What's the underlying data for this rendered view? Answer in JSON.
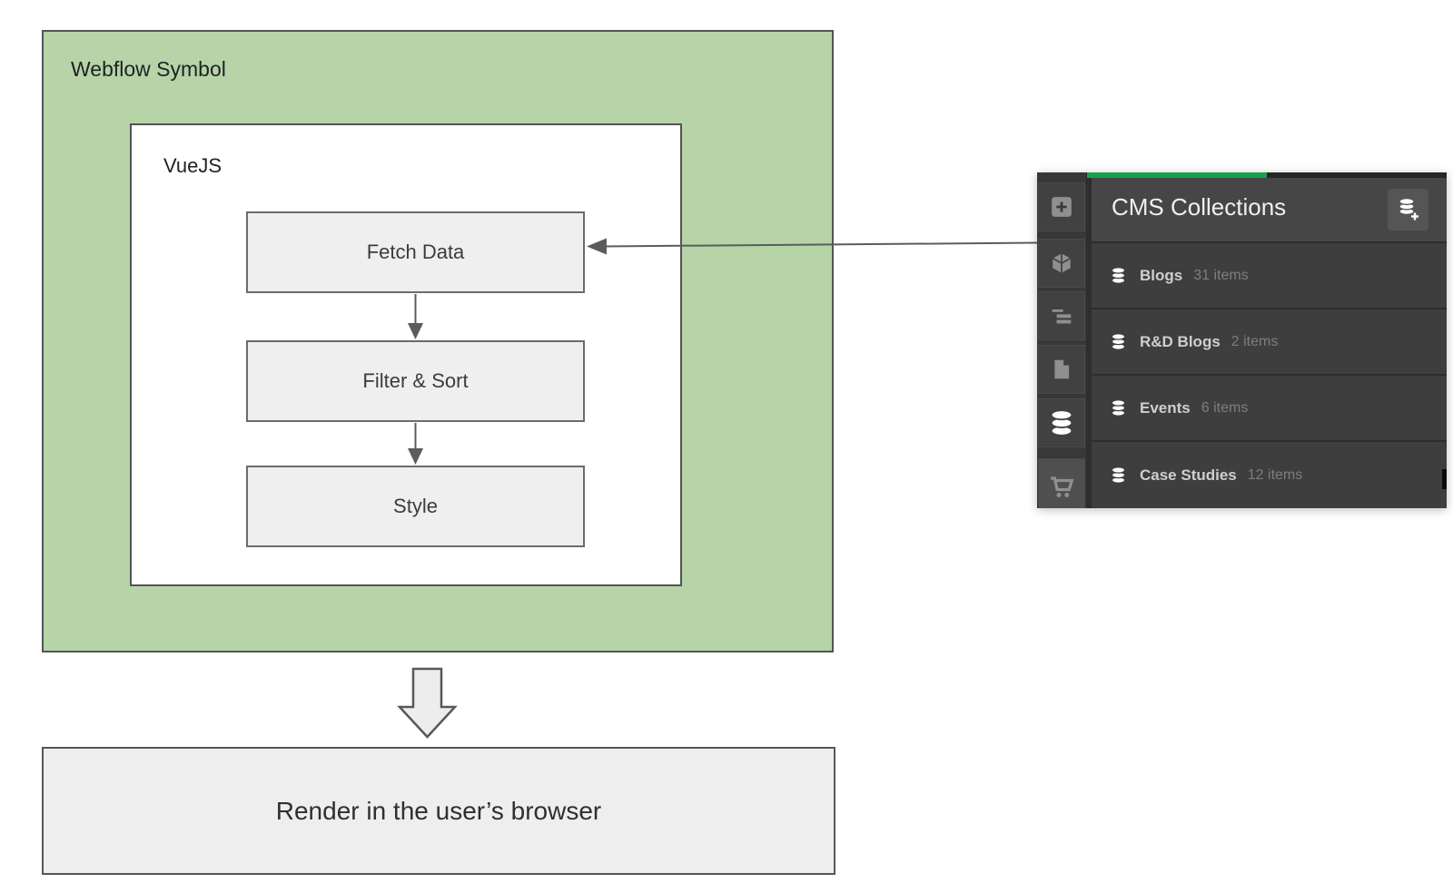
{
  "colors": {
    "symbol_green_fill": "#b6d4a7",
    "diagram_border": "#515458",
    "step_fill": "#efefef",
    "step_border": "#6b6b6b",
    "arrow_gray": "#5c5c5c",
    "panel_bg": "#3e3e3e",
    "panel_header_bg": "#464646",
    "sidebar_bg": "#383838",
    "row_divider": "#2c2c2c",
    "progress_green": "#17a44e",
    "icon_gray": "#8f8f8f",
    "icon_active": "#ffffff",
    "collection_name_color": "#cfcfcf",
    "collection_count_color": "#7e7e7e"
  },
  "diagram": {
    "outer_label": "Webflow Symbol",
    "inner_label": "VueJS",
    "steps": [
      {
        "label": "Fetch Data"
      },
      {
        "label": "Filter & Sort"
      },
      {
        "label": "Style"
      }
    ],
    "output_label": "Render in the user’s browser"
  },
  "cms_panel": {
    "title": "CMS Collections",
    "header_button_icon": "database-add-icon",
    "sidebar_icons": [
      {
        "name": "add-panel-icon"
      },
      {
        "name": "components-cube-icon"
      },
      {
        "name": "navigator-icon"
      },
      {
        "name": "pages-icon"
      },
      {
        "name": "cms-database-icon",
        "active": true
      },
      {
        "name": "ecommerce-cart-icon"
      }
    ],
    "collections": [
      {
        "icon": "collection-database-icon",
        "name": "Blogs",
        "count": "31 items"
      },
      {
        "icon": "collection-database-icon",
        "name": "R&D Blogs",
        "count": "2 items"
      },
      {
        "icon": "collection-database-icon",
        "name": "Events",
        "count": "6 items"
      },
      {
        "icon": "collection-database-icon",
        "name": "Case Studies",
        "count": "12 items"
      }
    ]
  }
}
